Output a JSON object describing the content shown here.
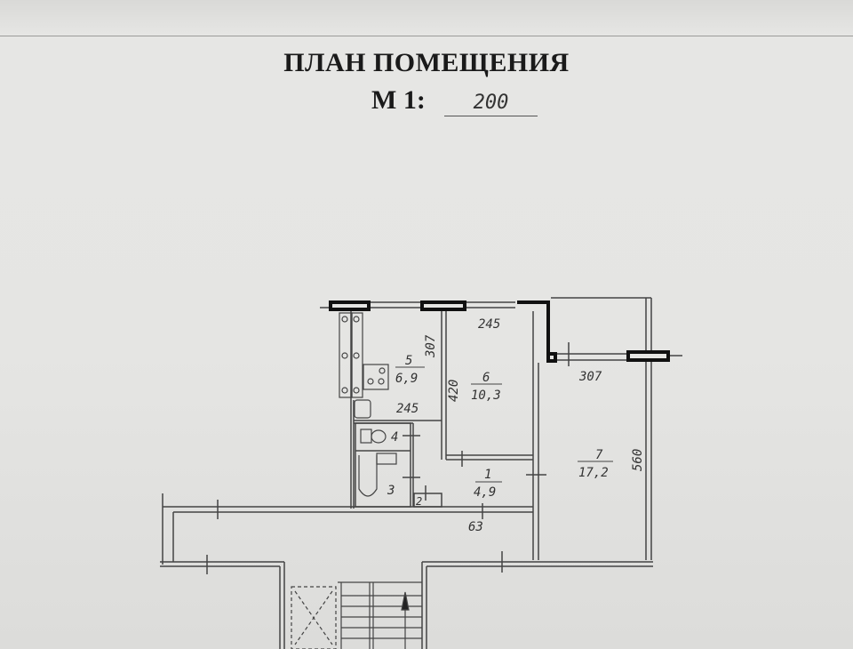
{
  "header": {
    "title": "ПЛАН ПОМЕЩЕНИЯ",
    "scale_label": "М 1:",
    "scale_value": "200"
  },
  "rooms": [
    {
      "number": "1",
      "area": "4,9"
    },
    {
      "number": "2"
    },
    {
      "number": "3"
    },
    {
      "number": "4"
    },
    {
      "number": "5",
      "area": "6,9"
    },
    {
      "number": "6",
      "area": "10,3"
    },
    {
      "number": "7",
      "area": "17,2"
    }
  ],
  "dimensions": {
    "kitchen_depth": "307",
    "kitchen_width": "245",
    "room6_width": "245",
    "room6_depth": "420",
    "room7_width": "307",
    "room7_depth": "560",
    "hall": "63"
  }
}
